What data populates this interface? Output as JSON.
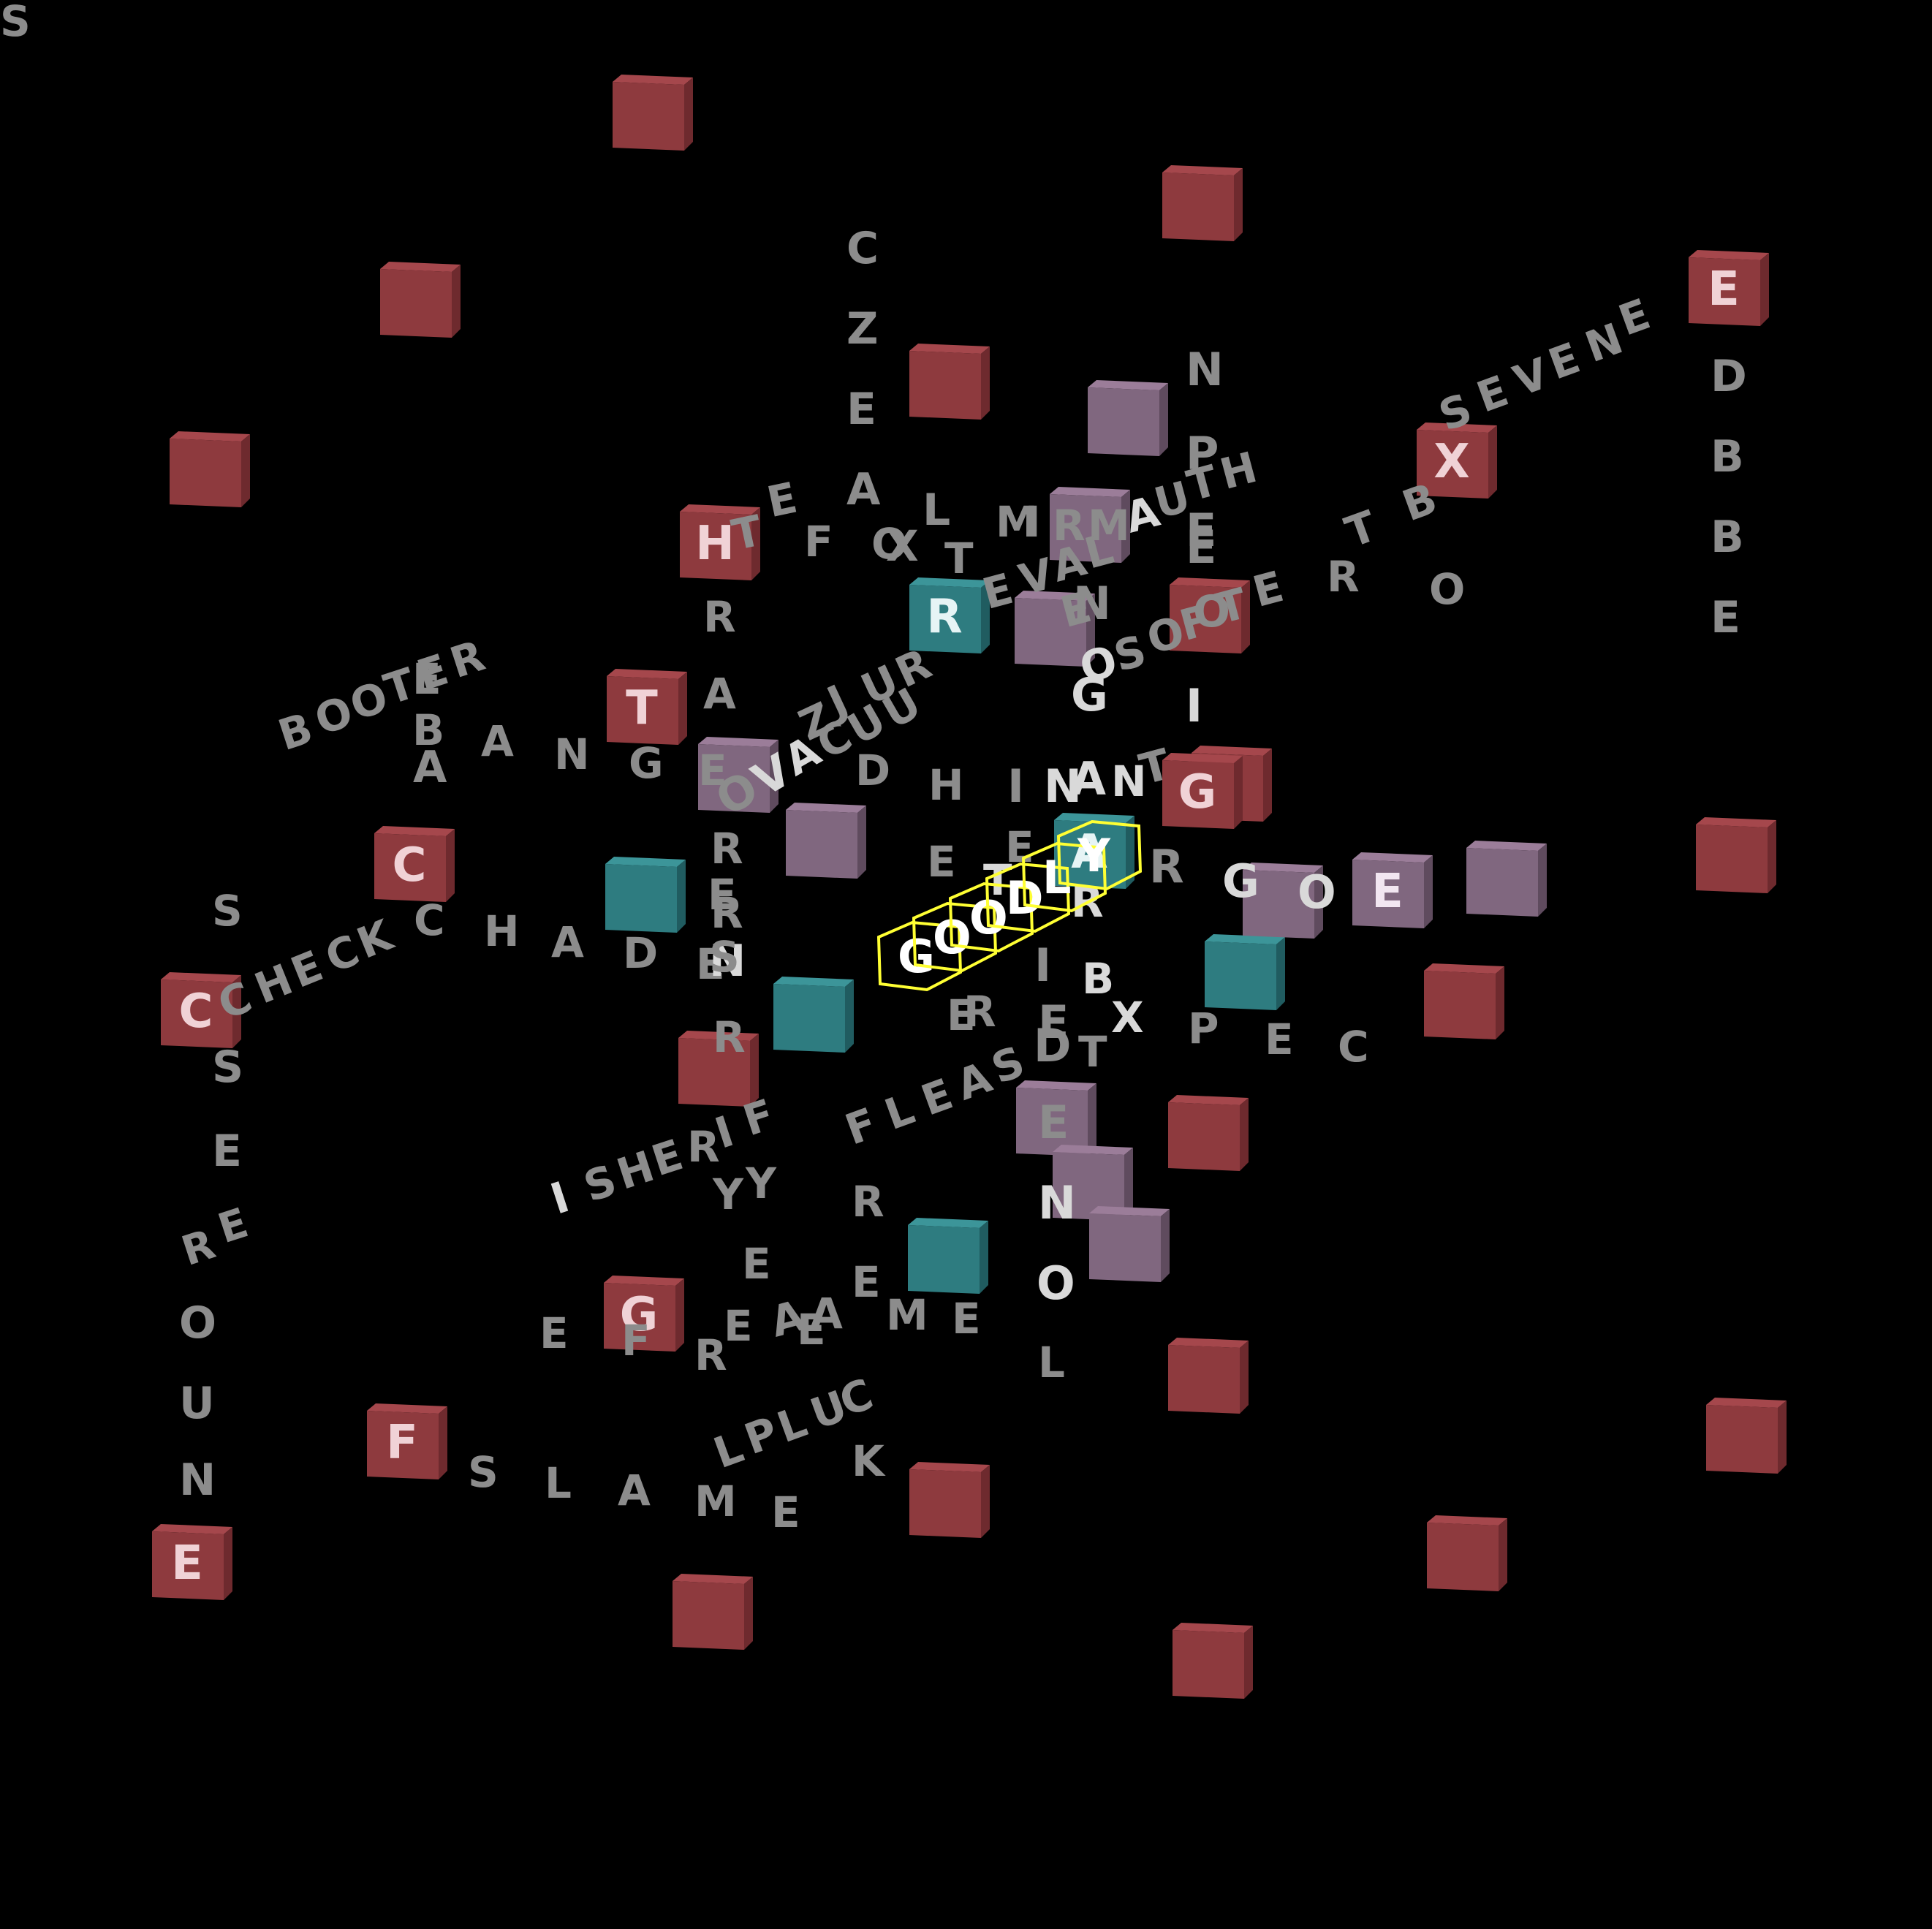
{
  "selection": {
    "word": "GOODLY",
    "color": "#ffff33"
  },
  "colors": {
    "red_cube": "#8e3a3e",
    "teal_cube": "#2e7c80",
    "mauve_cube": "#80677f",
    "letter_dim": "#8c8c8c",
    "letter_bright": "#d9d9d9"
  },
  "cubes": [
    {
      "kind": "red",
      "letter": ""
    },
    {
      "kind": "red",
      "letter": ""
    },
    {
      "kind": "red",
      "letter": ""
    },
    {
      "kind": "red",
      "letter": "E"
    },
    {
      "kind": "red",
      "letter": ""
    },
    {
      "kind": "red",
      "letter": ""
    },
    {
      "kind": "red",
      "letter": "X"
    },
    {
      "kind": "red",
      "letter": "H"
    },
    {
      "kind": "red",
      "letter": ""
    },
    {
      "kind": "red",
      "letter": "T"
    },
    {
      "kind": "red",
      "letter": ""
    },
    {
      "kind": "red",
      "letter": "G"
    },
    {
      "kind": "red",
      "letter": "C"
    },
    {
      "kind": "red",
      "letter": ""
    },
    {
      "kind": "red",
      "letter": "C"
    },
    {
      "kind": "red",
      "letter": ""
    },
    {
      "kind": "red",
      "letter": ""
    },
    {
      "kind": "red",
      "letter": ""
    },
    {
      "kind": "red",
      "letter": "G"
    },
    {
      "kind": "red",
      "letter": ""
    },
    {
      "kind": "red",
      "letter": "F"
    },
    {
      "kind": "red",
      "letter": ""
    },
    {
      "kind": "red",
      "letter": ""
    },
    {
      "kind": "red",
      "letter": "E"
    },
    {
      "kind": "red",
      "letter": ""
    },
    {
      "kind": "red",
      "letter": ""
    },
    {
      "kind": "red",
      "letter": ""
    },
    {
      "kind": "teal",
      "letter": "R"
    },
    {
      "kind": "teal",
      "letter": ""
    },
    {
      "kind": "teal",
      "letter": ""
    },
    {
      "kind": "teal",
      "letter": ""
    },
    {
      "kind": "teal",
      "letter": ""
    },
    {
      "kind": "teal",
      "letter": "A"
    },
    {
      "kind": "mauve",
      "letter": ""
    },
    {
      "kind": "mauve",
      "letter": ""
    },
    {
      "kind": "mauve",
      "letter": ""
    },
    {
      "kind": "mauve",
      "letter": ""
    },
    {
      "kind": "mauve",
      "letter": ""
    },
    {
      "kind": "mauve",
      "letter": ""
    },
    {
      "kind": "mauve",
      "letter": "E"
    },
    {
      "kind": "mauve",
      "letter": ""
    },
    {
      "kind": "mauve",
      "letter": ""
    },
    {
      "kind": "mauve",
      "letter": ""
    },
    {
      "kind": "mauve",
      "letter": ""
    }
  ],
  "letters": [
    {
      "ch": "B",
      "tone": "dim"
    },
    {
      "ch": "O",
      "tone": "dim"
    },
    {
      "ch": "O",
      "tone": "dim"
    },
    {
      "ch": "T",
      "tone": "dim"
    },
    {
      "ch": "E",
      "tone": "dim"
    },
    {
      "ch": "R",
      "tone": "dim"
    },
    {
      "ch": "E",
      "tone": "dim"
    },
    {
      "ch": "B",
      "tone": "dim"
    },
    {
      "ch": "A",
      "tone": "dim"
    },
    {
      "ch": "A",
      "tone": "dim"
    },
    {
      "ch": "N",
      "tone": "dim"
    },
    {
      "ch": "G",
      "tone": "dim"
    },
    {
      "ch": "E",
      "tone": "dim"
    },
    {
      "ch": "R",
      "tone": "dim"
    },
    {
      "ch": "C",
      "tone": "dim"
    },
    {
      "ch": "H",
      "tone": "dim"
    },
    {
      "ch": "A",
      "tone": "dim"
    },
    {
      "ch": "D",
      "tone": "dim"
    },
    {
      "ch": "E",
      "tone": "dim"
    },
    {
      "ch": "S",
      "tone": "dim"
    },
    {
      "ch": "C",
      "tone": "dim"
    },
    {
      "ch": "H",
      "tone": "dim"
    },
    {
      "ch": "E",
      "tone": "dim"
    },
    {
      "ch": "C",
      "tone": "dim"
    },
    {
      "ch": "K",
      "tone": "dim"
    },
    {
      "ch": "S",
      "tone": "dim"
    },
    {
      "ch": "E",
      "tone": "dim"
    },
    {
      "ch": "E",
      "tone": "dim"
    },
    {
      "ch": "R",
      "tone": "dim"
    },
    {
      "ch": "O",
      "tone": "dim"
    },
    {
      "ch": "U",
      "tone": "dim"
    },
    {
      "ch": "N",
      "tone": "dim"
    },
    {
      "ch": "C",
      "tone": "dim"
    },
    {
      "ch": "Z",
      "tone": "dim"
    },
    {
      "ch": "E",
      "tone": "dim"
    },
    {
      "ch": "A",
      "tone": "dim"
    },
    {
      "ch": "L",
      "tone": "dim"
    },
    {
      "ch": "O",
      "tone": "dim"
    },
    {
      "ch": "T",
      "tone": "dim"
    },
    {
      "ch": "E",
      "tone": "dim"
    },
    {
      "ch": "F",
      "tone": "dim"
    },
    {
      "ch": "X",
      "tone": "dim"
    },
    {
      "ch": "T",
      "tone": "dim"
    },
    {
      "ch": "R",
      "tone": "dim"
    },
    {
      "ch": "A",
      "tone": "dim"
    },
    {
      "ch": "Z",
      "tone": "dim"
    },
    {
      "ch": "J",
      "tone": "dim"
    },
    {
      "ch": "U",
      "tone": "dim"
    },
    {
      "ch": "R",
      "tone": "dim"
    },
    {
      "ch": "O",
      "tone": "dim"
    },
    {
      "ch": "V",
      "tone": "bright"
    },
    {
      "ch": "A",
      "tone": "bright"
    },
    {
      "ch": "C",
      "tone": "dim"
    },
    {
      "ch": "U",
      "tone": "dim"
    },
    {
      "ch": "U",
      "tone": "dim"
    },
    {
      "ch": "M",
      "tone": "dim"
    },
    {
      "ch": "I",
      "tone": "dim"
    },
    {
      "ch": "R",
      "tone": "dim"
    },
    {
      "ch": "M",
      "tone": "dim"
    },
    {
      "ch": "A",
      "tone": "bright"
    },
    {
      "ch": "U",
      "tone": "dim"
    },
    {
      "ch": "T",
      "tone": "dim"
    },
    {
      "ch": "H",
      "tone": "dim"
    },
    {
      "ch": "E",
      "tone": "dim"
    },
    {
      "ch": "V",
      "tone": "dim"
    },
    {
      "ch": "A",
      "tone": "dim"
    },
    {
      "ch": "L",
      "tone": "dim"
    },
    {
      "ch": "E",
      "tone": "dim"
    },
    {
      "ch": "N",
      "tone": "dim"
    },
    {
      "ch": "P",
      "tone": "dim"
    },
    {
      "ch": "E",
      "tone": "dim"
    },
    {
      "ch": "E",
      "tone": "dim"
    },
    {
      "ch": "O",
      "tone": "dim"
    },
    {
      "ch": "I",
      "tone": "bright"
    },
    {
      "ch": "N",
      "tone": "dim"
    },
    {
      "ch": "G",
      "tone": "bright"
    },
    {
      "ch": "O",
      "tone": "bright"
    },
    {
      "ch": "S",
      "tone": "dim"
    },
    {
      "ch": "O",
      "tone": "dim"
    },
    {
      "ch": "F",
      "tone": "dim"
    },
    {
      "ch": "T",
      "tone": "dim"
    },
    {
      "ch": "E",
      "tone": "dim"
    },
    {
      "ch": "R",
      "tone": "dim"
    },
    {
      "ch": "T",
      "tone": "dim"
    },
    {
      "ch": "B",
      "tone": "dim"
    },
    {
      "ch": "O",
      "tone": "dim"
    },
    {
      "ch": "S",
      "tone": "dim"
    },
    {
      "ch": "E",
      "tone": "dim"
    },
    {
      "ch": "V",
      "tone": "dim"
    },
    {
      "ch": "E",
      "tone": "dim"
    },
    {
      "ch": "N",
      "tone": "dim"
    },
    {
      "ch": "E",
      "tone": "dim"
    },
    {
      "ch": "D",
      "tone": "dim"
    },
    {
      "ch": "B",
      "tone": "dim"
    },
    {
      "ch": "B",
      "tone": "dim"
    },
    {
      "ch": "E",
      "tone": "dim"
    },
    {
      "ch": "D",
      "tone": "dim"
    },
    {
      "ch": "H",
      "tone": "dim"
    },
    {
      "ch": "I",
      "tone": "dim"
    },
    {
      "ch": "N",
      "tone": "bright"
    },
    {
      "ch": "A",
      "tone": "bright"
    },
    {
      "ch": "N",
      "tone": "bright"
    },
    {
      "ch": "T",
      "tone": "dim"
    },
    {
      "ch": "E",
      "tone": "dim"
    },
    {
      "ch": "T",
      "tone": "bright"
    },
    {
      "ch": "E",
      "tone": "dim"
    },
    {
      "ch": "R",
      "tone": "bright"
    },
    {
      "ch": "R",
      "tone": "dim"
    },
    {
      "ch": "G",
      "tone": "bright"
    },
    {
      "ch": "O",
      "tone": "bright"
    },
    {
      "ch": "N",
      "tone": "bright"
    },
    {
      "ch": "R",
      "tone": "dim"
    },
    {
      "ch": "E",
      "tone": "dim"
    },
    {
      "ch": "S",
      "tone": "dim"
    },
    {
      "ch": "R",
      "tone": "dim"
    },
    {
      "ch": "I",
      "tone": "dim"
    },
    {
      "ch": "B",
      "tone": "bright"
    },
    {
      "ch": "E",
      "tone": "dim"
    },
    {
      "ch": "R",
      "tone": "dim"
    },
    {
      "ch": "E",
      "tone": "dim"
    },
    {
      "ch": "X",
      "tone": "bright"
    },
    {
      "ch": "P",
      "tone": "dim"
    },
    {
      "ch": "E",
      "tone": "dim"
    },
    {
      "ch": "C",
      "tone": "dim"
    },
    {
      "ch": "T",
      "tone": "dim"
    },
    {
      "ch": "D",
      "tone": "dim"
    },
    {
      "ch": "I",
      "tone": "bright"
    },
    {
      "ch": "S",
      "tone": "dim"
    },
    {
      "ch": "H",
      "tone": "dim"
    },
    {
      "ch": "E",
      "tone": "dim"
    },
    {
      "ch": "R",
      "tone": "dim"
    },
    {
      "ch": "I",
      "tone": "dim"
    },
    {
      "ch": "F",
      "tone": "dim"
    },
    {
      "ch": "F",
      "tone": "dim"
    },
    {
      "ch": "L",
      "tone": "dim"
    },
    {
      "ch": "E",
      "tone": "dim"
    },
    {
      "ch": "A",
      "tone": "dim"
    },
    {
      "ch": "S",
      "tone": "dim"
    },
    {
      "ch": "E",
      "tone": "dim"
    },
    {
      "ch": "N",
      "tone": "bright"
    },
    {
      "ch": "O",
      "tone": "bright"
    },
    {
      "ch": "L",
      "tone": "dim"
    },
    {
      "ch": "Y",
      "tone": "dim"
    },
    {
      "ch": "Y",
      "tone": "dim"
    },
    {
      "ch": "E",
      "tone": "dim"
    },
    {
      "ch": "R",
      "tone": "dim"
    },
    {
      "ch": "E",
      "tone": "dim"
    },
    {
      "ch": "E",
      "tone": "dim"
    },
    {
      "ch": "F",
      "tone": "dim"
    },
    {
      "ch": "R",
      "tone": "dim"
    },
    {
      "ch": "E",
      "tone": "dim"
    },
    {
      "ch": "A",
      "tone": "dim"
    },
    {
      "ch": "E",
      "tone": "dim"
    },
    {
      "ch": "A",
      "tone": "dim"
    },
    {
      "ch": "M",
      "tone": "dim"
    },
    {
      "ch": "E",
      "tone": "dim"
    },
    {
      "ch": "L",
      "tone": "dim"
    },
    {
      "ch": "P",
      "tone": "dim"
    },
    {
      "ch": "L",
      "tone": "dim"
    },
    {
      "ch": "U",
      "tone": "dim"
    },
    {
      "ch": "C",
      "tone": "dim"
    },
    {
      "ch": "K",
      "tone": "dim"
    },
    {
      "ch": "S",
      "tone": "dim"
    },
    {
      "ch": "L",
      "tone": "dim"
    },
    {
      "ch": "A",
      "tone": "dim"
    },
    {
      "ch": "M",
      "tone": "dim"
    },
    {
      "ch": "E",
      "tone": "dim"
    },
    {
      "ch": "S",
      "tone": "dim"
    }
  ],
  "selected_letters": [
    "G",
    "O",
    "O",
    "D",
    "L",
    "Y"
  ]
}
